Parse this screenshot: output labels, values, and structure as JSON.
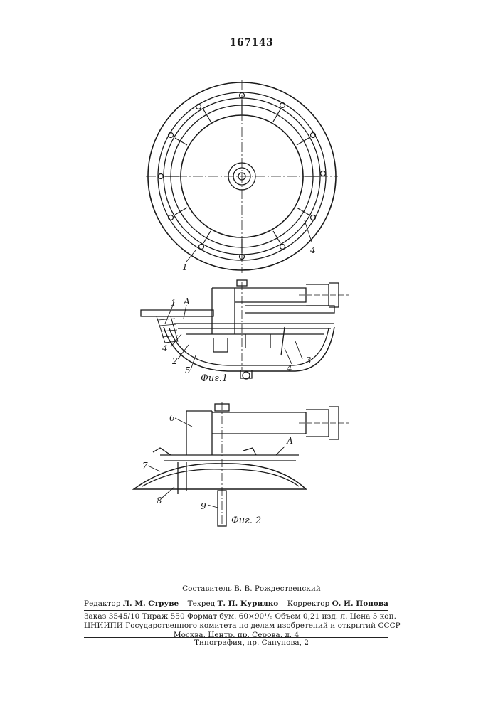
{
  "patent_number": "167143",
  "figures": {
    "fig1_caption": "Фиг.1",
    "fig2_caption": "Фиг. 2",
    "top_view_labels": [
      "1",
      "4"
    ],
    "fig1_labels": [
      "1",
      "А",
      "4",
      "2",
      "5",
      "3",
      "4"
    ],
    "fig2_labels": [
      "6",
      "7",
      "8",
      "9",
      "А"
    ]
  },
  "footer": {
    "compiler": "Составитель В. В. Рождественский",
    "editor_prefix": "Редактор",
    "editor_name": "Л. М. Струве",
    "techred_prefix": "Техред",
    "techred_name": "Т. П. Курилко",
    "corrector_prefix": "Корректор",
    "corrector_name": "О. И. Попова",
    "order_line": "Заказ 3545/10   Тираж 550 Формат бум. 60×90¹/₈   Объем 0,21 изд. л. Цена 5 коп.",
    "institute_line": "ЦНИИПИ Государственного комитета по делам изобретений и открытий СССР",
    "address_line": "Москва, Центр, пр. Серова, д. 4",
    "printer_line": "Типография, пр. Сапунова, 2"
  }
}
